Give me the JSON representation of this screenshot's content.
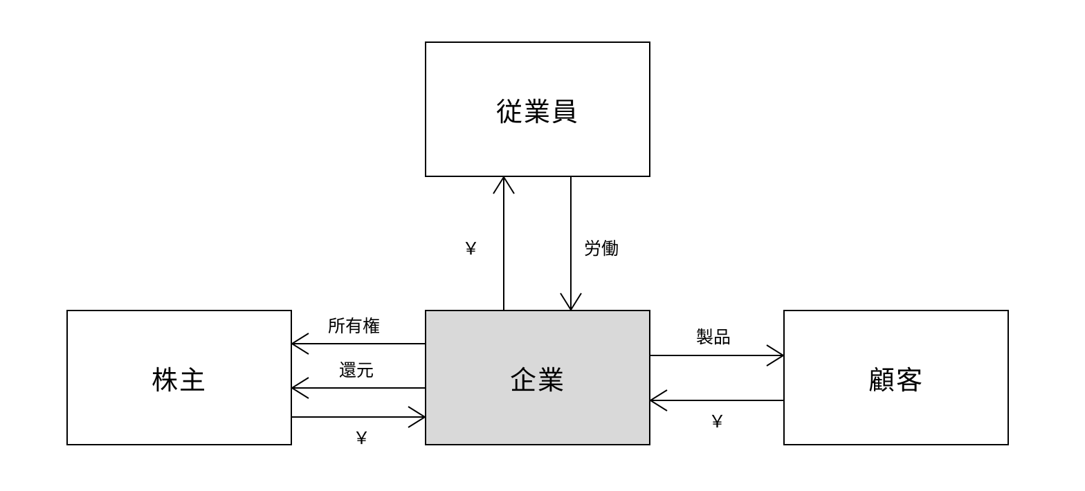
{
  "diagram": {
    "nodes": {
      "employee": "従業員",
      "company": "企業",
      "shareholder": "株主",
      "customer": "顧客"
    },
    "flows": {
      "company_to_employee": "￥",
      "employee_to_company": "労働",
      "company_to_shareholder_ownership": "所有権",
      "company_to_shareholder_return": "還元",
      "shareholder_to_company": "￥",
      "company_to_customer": "製品",
      "customer_to_company": "￥"
    },
    "colors": {
      "company_fill": "#d9d9d9",
      "node_fill": "#ffffff",
      "stroke": "#000000"
    }
  }
}
